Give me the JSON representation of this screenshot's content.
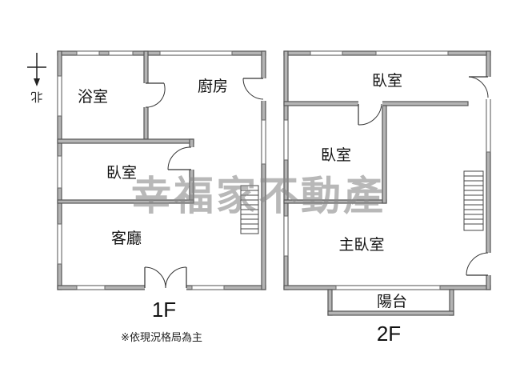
{
  "compass": {
    "label": "北"
  },
  "floors": [
    {
      "id": "1f",
      "label": "1F",
      "rooms": [
        "浴室",
        "廚房",
        "臥室",
        "客廳"
      ]
    },
    {
      "id": "2f",
      "label": "2F",
      "rooms": [
        "臥室",
        "臥室",
        "主臥室",
        "陽台"
      ]
    }
  ],
  "note": "※依現況格局為主",
  "watermark": "幸福家不動產",
  "colors": {
    "wall": "#b4b4b4",
    "wall_edge": "#555555",
    "text": "#111111",
    "watermark": "#8a8a8a"
  }
}
